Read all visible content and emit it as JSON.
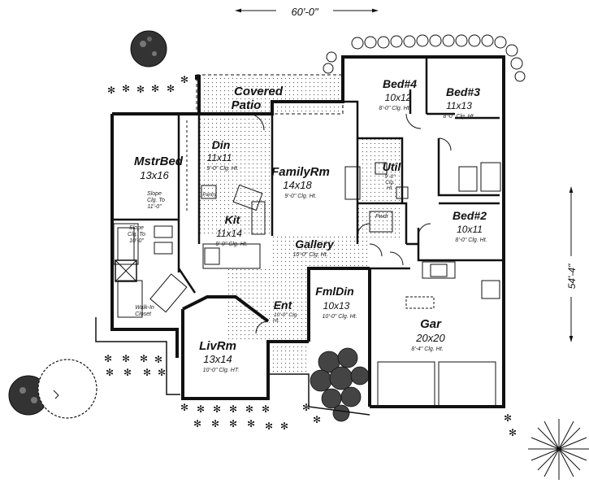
{
  "dimensions": {
    "width_label": "60'-0\"",
    "depth_label": "54'-4\""
  },
  "rooms": {
    "covered_patio": {
      "name_line1": "Covered",
      "name_line2": "Patio"
    },
    "bed4": {
      "name": "Bed#4",
      "size": "10x12",
      "ceiling": "8'-0\" Clg. Ht."
    },
    "bed3": {
      "name": "Bed#3",
      "size": "11x13",
      "ceiling": "8'-0\" Clg. Ht."
    },
    "bed2": {
      "name": "Bed#2",
      "size": "10x11",
      "ceiling": "8'-0\" Clg. Ht."
    },
    "mstr_bed": {
      "name": "MstrBed",
      "size": "13x16",
      "ceiling_line1": "Slope",
      "ceiling_line2": "Clg. To",
      "ceiling_line3": "11'-0\""
    },
    "din": {
      "name": "Din",
      "size": "11x11",
      "ceiling": "9'-0\" Clg. Ht."
    },
    "family_rm": {
      "name": "FamilyRm",
      "size": "14x18",
      "ceiling": "9'-0\" Clg. Ht."
    },
    "util": {
      "name": "Util",
      "ceiling_line1": "9'-0\"",
      "ceiling_line2": "Clg.",
      "ceiling_line3": "Ht."
    },
    "kit": {
      "name": "Kit",
      "size": "11x14",
      "ceiling": "9'-0\" Clg. Ht."
    },
    "pdr": {
      "name": "Pwdr"
    },
    "pantry": {
      "name": "Pantry"
    },
    "mstr_bath": {
      "ceiling_line1": "Slope",
      "ceiling_line2": "Clg. To",
      "ceiling_line3": "10'-0\""
    },
    "gallery": {
      "name": "Gallery",
      "ceiling": "10'-0\" Clg. Ht."
    },
    "fml_din": {
      "name": "FmlDin",
      "size": "10x13",
      "ceiling": "10'-0\" Clg. Ht."
    },
    "ent": {
      "name": "Ent",
      "ceiling_line1": "10'-0\" Clg.",
      "ceiling_line2": "Ht."
    },
    "walk_in": {
      "name_line1": "Walk-In",
      "name_line2": "Closet"
    },
    "liv_rm": {
      "name": "LivRm",
      "size": "13x14",
      "ceiling": "10'-0\" Clg. HT."
    },
    "gar": {
      "name": "Gar",
      "size": "20x20",
      "ceiling": "8'-4\" Clg. Ht."
    }
  }
}
